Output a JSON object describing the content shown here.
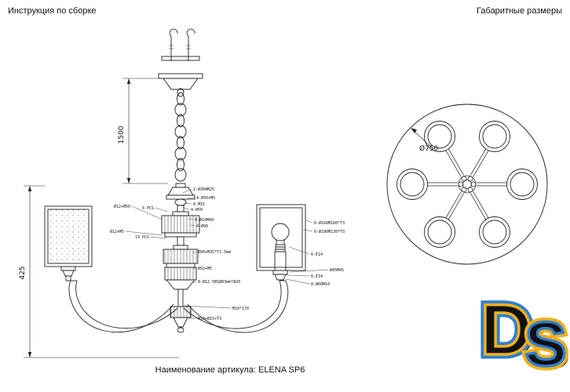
{
  "header": {
    "left": "Инструкция по сборке",
    "right": "Габаритные размеры"
  },
  "footer": {
    "article": "Наименование артикула: ELENA SP6"
  },
  "dims": {
    "chain": "1500",
    "height": "425",
    "diameter": "Ø750"
  },
  "ann": {
    "right_stem": [
      "2-Ø304M25",
      "4-Ø50+M5",
      "8-M15",
      "4-Ø50",
      "8-Ø14M40",
      "4-Ø90",
      "Ø90+M35*T1.5mm",
      "Ø92+M5",
      "8-Ø12.5M1Ø83mm*Ø20",
      "M10*170",
      "M10+Ø15+T3"
    ],
    "left_stem": [
      "Ø12+M50",
      "6 PCS",
      "Ø12+M5",
      "13 PCS"
    ],
    "right_lamp": [
      "6-Ø160M160*T3",
      "6-Ø100M130*T3",
      "6-E14",
      "Ø45M45",
      "6-E14",
      "8-Ø60M10"
    ]
  },
  "logo": {
    "d": "D",
    "s": "S",
    "blue": "#2e7fd0",
    "yellow": "#f2b01e",
    "shadow": "#a8cdf0"
  }
}
